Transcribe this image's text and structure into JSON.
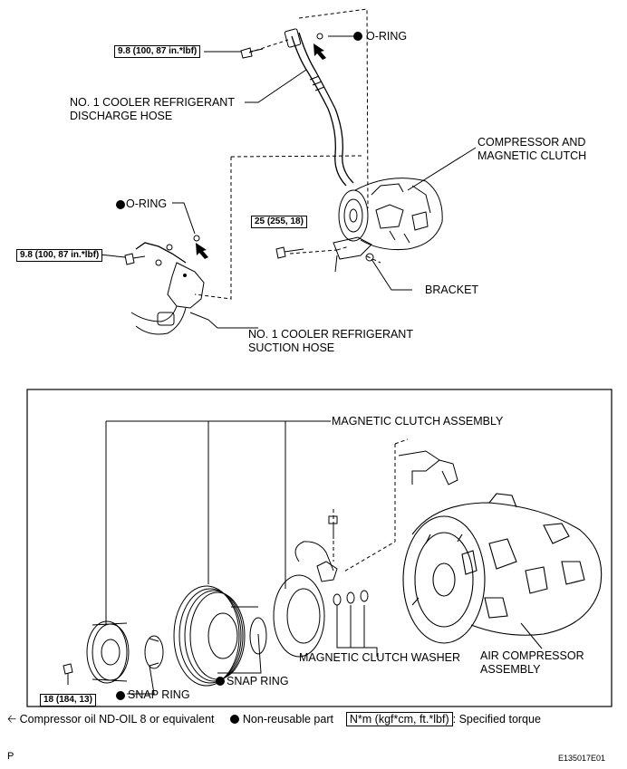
{
  "top": {
    "torque_discharge": "9.8 (100, 87 in.*lbf)",
    "oring_discharge": "O-RING",
    "discharge_hose": [
      "NO. 1 COOLER REFRIGERANT",
      "DISCHARGE HOSE"
    ],
    "compressor_clutch": [
      "COMPRESSOR AND",
      "MAGNETIC CLUTCH"
    ],
    "oring_suction": "O-RING",
    "torque_bracket": "25 (255, 18)",
    "torque_suction": "9.8 (100, 87 in.*lbf)",
    "bracket": "BRACKET",
    "suction_hose": [
      "NO. 1 COOLER REFRIGERANT",
      "SUCTION HOSE"
    ]
  },
  "detail": {
    "magnetic_clutch_assembly": "MAGNETIC CLUTCH ASSEMBLY",
    "magnetic_clutch_washer": "MAGNETIC CLUTCH WASHER",
    "air_compressor_assembly": [
      "AIR COMPRESSOR",
      "ASSEMBLY"
    ],
    "snap_ring_right": "SNAP RING",
    "snap_ring_left": "SNAP RING",
    "torque_plate": "18 (184, 13)"
  },
  "legend": {
    "oil": "Compressor oil ND-OIL 8 or equivalent",
    "nonreusable": "Non-reusable part",
    "torque_units": "N*m (kgf*cm, ft.*lbf)",
    "torque_desc": ": Specified torque"
  },
  "footer": {
    "page_letter": "P",
    "figure_id": "E135017E01"
  },
  "icons": {
    "arrow": "oil-arrow-icon",
    "dot": "non-reusable-dot-icon"
  }
}
